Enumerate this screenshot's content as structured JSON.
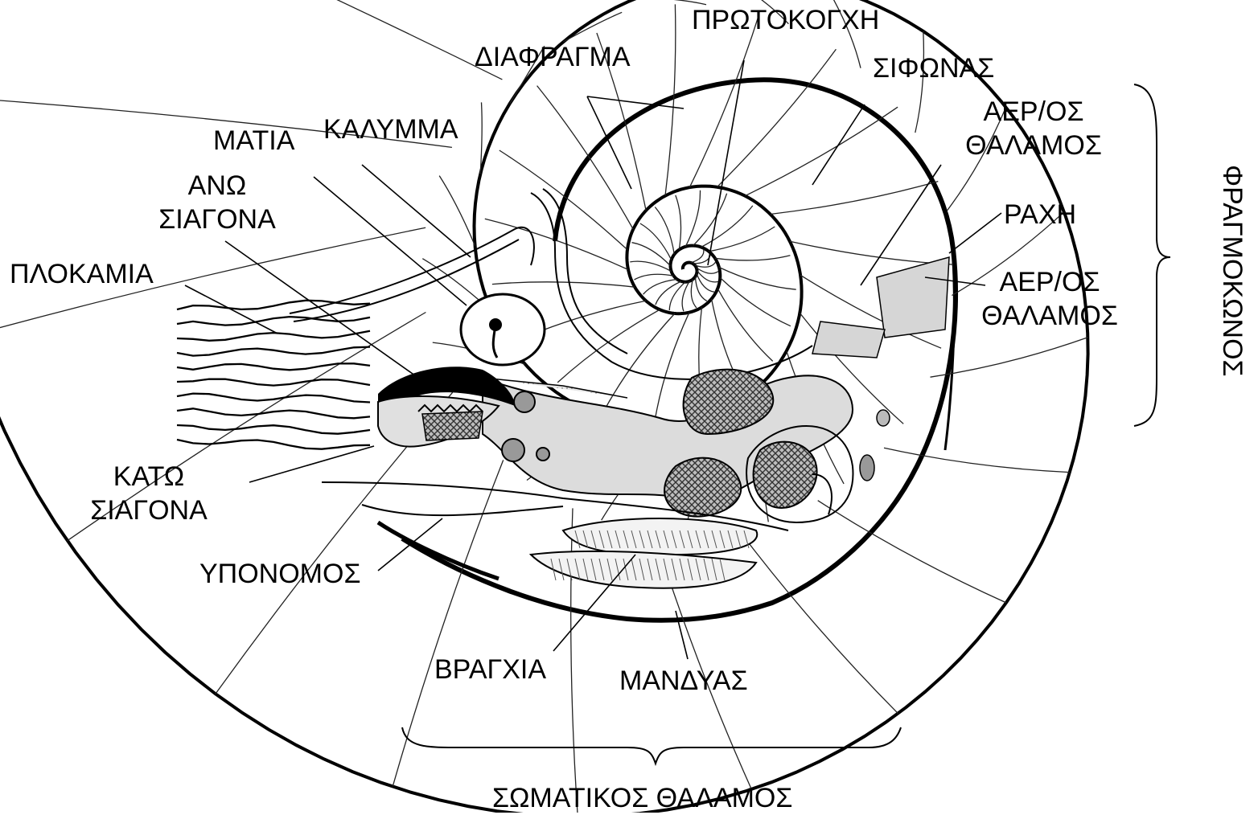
{
  "diagram": {
    "colors": {
      "ink": "#000000",
      "fill_light": "#dcdcdc",
      "fill_dark": "#111111",
      "hatch": "#777777"
    },
    "labels": {
      "protokogxi": "ΠΡΩΤΟΚΟΓΧΗ",
      "diafragma": "ΔΙΑΦΡΑΓΜΑ",
      "sifonas": "ΣΙΦΩΝΑΣ",
      "aeros_thalamos_1_line1": "ΑΕΡ/ΟΣ",
      "aeros_thalamos_1_line2": "ΘΑΛΑΜΟΣ",
      "kalymma": "ΚΑΛΥΜΜΑ",
      "matia": "ΜΑΤΙΑ",
      "ano_siagona_line1": "ΑΝΩ",
      "ano_siagona_line2": "ΣΙΑΓΟΝΑ",
      "raxi": "ΡΑΧΗ",
      "plokamia": "ΠΛΟΚΑΜΙΑ",
      "aeros_thalamos_2_line1": "ΑΕΡ/ΟΣ",
      "aeros_thalamos_2_line2": "ΘΑΛΑΜΟΣ",
      "fragmokonos": "ΦΡΑΓΜΟΚΩΝΟΣ",
      "kato_siagona_line1": "ΚΑΤΩ",
      "kato_siagona_line2": "ΣΙΑΓΟΝΑ",
      "yponomos": "ΥΠΟΝΟΜΟΣ",
      "vragxia": "ΒΡΑΓΧΙΑ",
      "mandyas": "ΜΑΝΔΥΑΣ",
      "somatikos_thalamos": "ΣΩΜΑΤΙΚΟΣ ΘΑΛΑΜΟΣ"
    }
  }
}
